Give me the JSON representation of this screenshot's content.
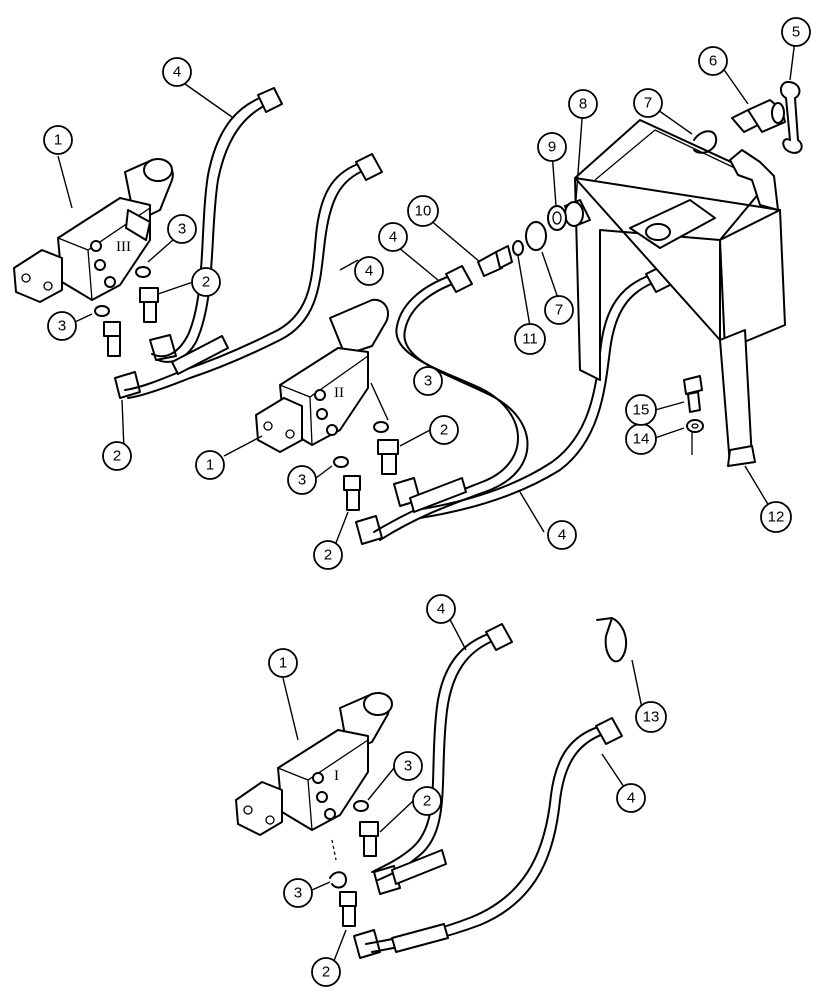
{
  "diagram": {
    "callouts": [
      {
        "id": "c1a",
        "label": "1"
      },
      {
        "id": "c1b",
        "label": "1"
      },
      {
        "id": "c1c",
        "label": "1"
      },
      {
        "id": "c2a",
        "label": "2"
      },
      {
        "id": "c2b",
        "label": "2"
      },
      {
        "id": "c2c",
        "label": "2"
      },
      {
        "id": "c2d",
        "label": "2"
      },
      {
        "id": "c2e",
        "label": "2"
      },
      {
        "id": "c2f",
        "label": "2"
      },
      {
        "id": "c3a",
        "label": "3"
      },
      {
        "id": "c3b",
        "label": "3"
      },
      {
        "id": "c3c",
        "label": "3"
      },
      {
        "id": "c3d",
        "label": "3"
      },
      {
        "id": "c3e",
        "label": "3"
      },
      {
        "id": "c3f",
        "label": "3"
      },
      {
        "id": "c4a",
        "label": "4"
      },
      {
        "id": "c4b",
        "label": "4"
      },
      {
        "id": "c4c",
        "label": "4"
      },
      {
        "id": "c4d",
        "label": "4"
      },
      {
        "id": "c4e",
        "label": "4"
      },
      {
        "id": "c4f",
        "label": "4"
      },
      {
        "id": "c5",
        "label": "5"
      },
      {
        "id": "c6",
        "label": "6"
      },
      {
        "id": "c7a",
        "label": "7"
      },
      {
        "id": "c7b",
        "label": "7"
      },
      {
        "id": "c8",
        "label": "8"
      },
      {
        "id": "c9",
        "label": "9"
      },
      {
        "id": "c10",
        "label": "10"
      },
      {
        "id": "c11",
        "label": "11"
      },
      {
        "id": "c12",
        "label": "12"
      },
      {
        "id": "c13",
        "label": "13"
      },
      {
        "id": "c14",
        "label": "14"
      },
      {
        "id": "c15",
        "label": "15"
      }
    ],
    "valve_markings": {
      "upper": "III",
      "middle": "II",
      "lower": "I"
    }
  }
}
